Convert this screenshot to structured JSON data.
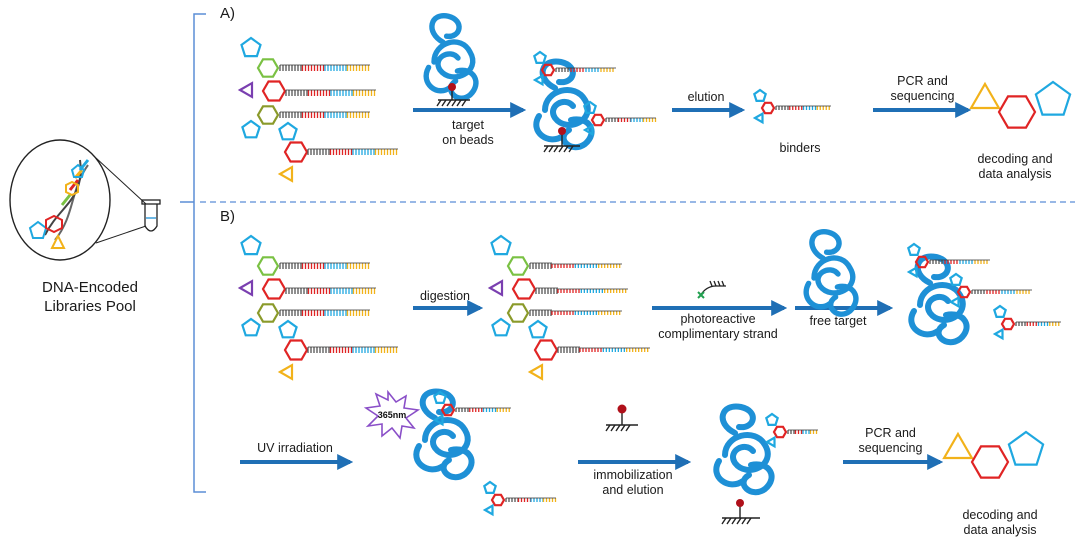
{
  "pool_label": [
    "DNA-Encoded",
    "Libraries Pool"
  ],
  "panel_a": {
    "label": "A)",
    "step_target": [
      "target",
      "on beads"
    ],
    "step_elution": "elution",
    "binders": "binders",
    "step_pcr": [
      "PCR and",
      "sequencing"
    ],
    "decoding": [
      "decoding and",
      "data analysis"
    ]
  },
  "panel_b": {
    "label": "B)",
    "step_digestion": "digestion",
    "step_photo": [
      "photoreactive",
      "complimentary strand"
    ],
    "step_free_target": "free target",
    "step_uv": "UV irradiation",
    "burst_text": "365nm",
    "step_immob": [
      "immobilization",
      "and elution"
    ],
    "step_pcr": [
      "PCR and",
      "sequencing"
    ],
    "decoding": [
      "decoding and",
      "data analysis"
    ]
  },
  "colors": {
    "arrow": "#1f6fb5",
    "protein": "#1e90d6",
    "bracket": "#5b8ed6",
    "pentagon": "#1fa8e0",
    "hexagon_red": "#e02424",
    "triangle_yellow": "#f2b21a",
    "triangle_purple": "#7a3fb0",
    "hexagon_green": "#7ac143",
    "hexagon_olive": "#8a9a2a",
    "burst": "#8a4fc8"
  }
}
